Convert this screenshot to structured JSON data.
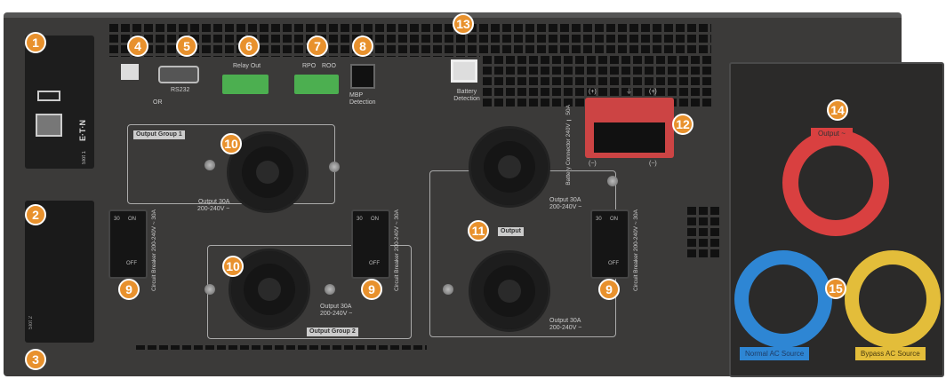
{
  "callouts": [
    "1",
    "2",
    "3",
    "4",
    "5",
    "6",
    "7",
    "8",
    "9",
    "10",
    "11",
    "12",
    "13",
    "14",
    "15"
  ],
  "labels": {
    "relay_out": "Relay Out",
    "rpo": "RPO",
    "roo": "ROO",
    "rs232": "RS232",
    "or": "OR",
    "mbp_detection": "MBP Detection",
    "battery_detection": "Battery Detection",
    "battery_connector": "Battery Connector 240V ⎓ 50A",
    "battery_plus": "(+)",
    "battery_ground": "⏚",
    "battery_minus": "(−)",
    "output_group_1": "Output Group 1",
    "output_group_2": "Output Group 2",
    "output": "Output",
    "output_rating_line1": "Output 30A",
    "output_rating_line2": "200-240V ~",
    "circuit_breaker": "Circuit Breaker 200-240V ~ 30A",
    "breaker_on": "ON",
    "breaker_off": "OFF",
    "breaker_rating": "30",
    "eaton": "E·T·N",
    "slot1": "Slot 1",
    "slot2": "Slot 2",
    "output_ring": "Output ~",
    "normal_ac": "Normal AC Source",
    "bypass_ac": "Bypass AC Source"
  },
  "colors": {
    "callout": "#e8912d",
    "output_ring": "#d94040",
    "normal_ring": "#2e86d4",
    "bypass_ring": "#e3bd3a",
    "chassis": "#3b3a39"
  }
}
